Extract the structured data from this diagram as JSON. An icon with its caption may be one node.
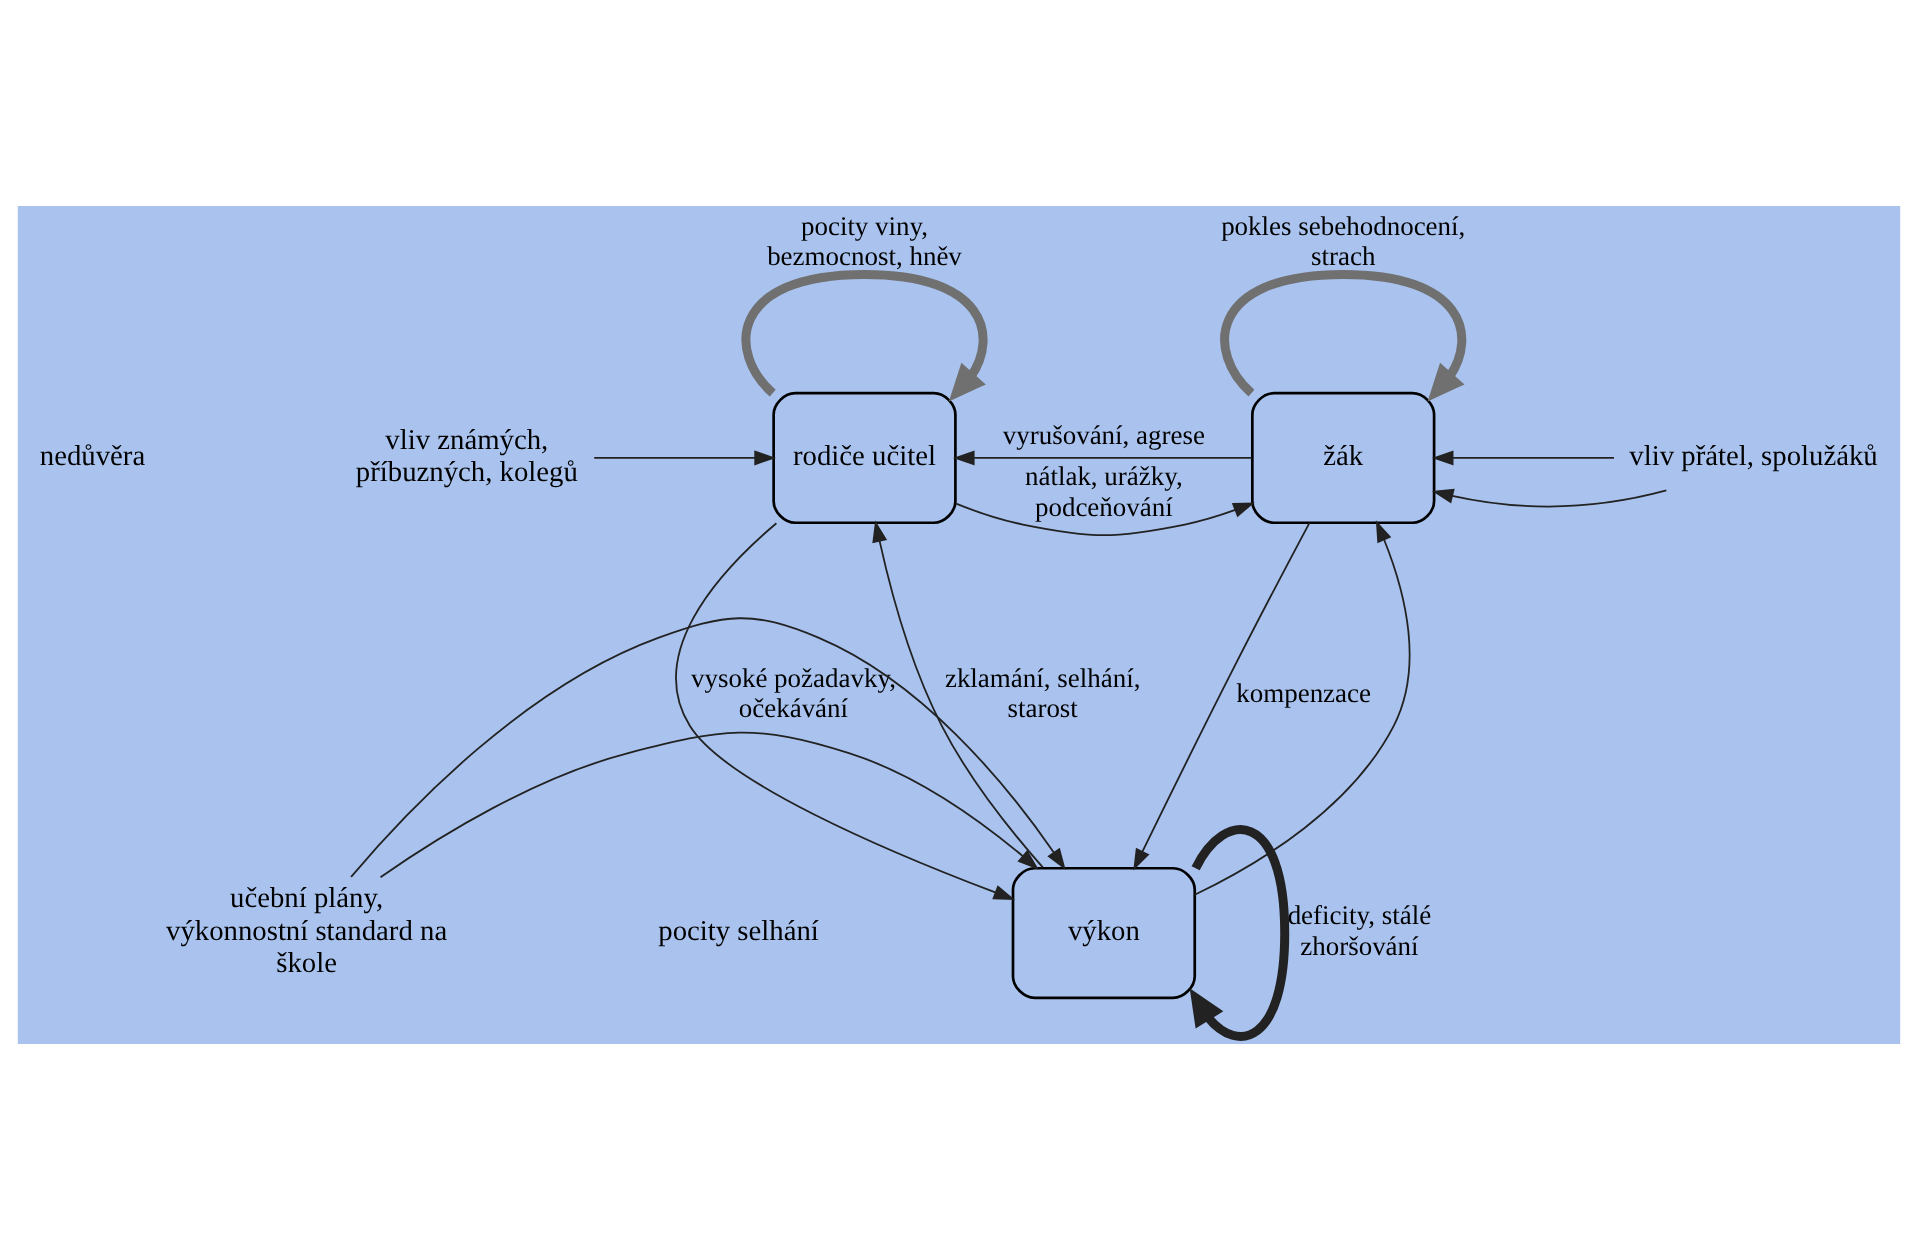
{
  "diagram": {
    "nodes": [
      {
        "text": [
          "rodiče učitel"
        ]
      },
      {
        "text": [
          "žák"
        ]
      },
      {
        "text": [
          "výkon"
        ]
      },
      {
        "text": [
          "vliv známých, příbuzných, kolegů"
        ]
      },
      {
        "text": [
          "vliv přátel, spolužáků"
        ]
      },
      {
        "text": [
          "učební plány, výkonnostní standard na škole"
        ]
      }
    ],
    "edges": [
      {
        "from": 0,
        "to": 0,
        "arrow": "to",
        "label": "pocity viny, bezmocnost, hněv",
        "style": "thick",
        "color": "#707070"
      },
      {
        "from": 1,
        "to": 1,
        "arrow": "to",
        "label": "pokles sebehodnocení, strach",
        "style": "thick",
        "color": "#707070"
      },
      {
        "from": 0,
        "to": 1,
        "arrow": "to",
        "label": "nátlak, urážky, podceňování"
      },
      {
        "from": 1,
        "to": 0,
        "arrow": "to",
        "label": "vyrušování, agrese"
      },
      {
        "from": 3,
        "to": 0,
        "arrow": "to"
      },
      {
        "from": 4,
        "to": 1,
        "arrow": "to"
      },
      {
        "from": 4,
        "to": 1,
        "arrow": "to"
      },
      {
        "from": 2,
        "to": 0,
        "arrow": "to",
        "label": "zklamání, selhání, starost"
      },
      {
        "from": 0,
        "to": 2,
        "arrow": "to",
        "label": "vysoké požadavky, očekávání"
      },
      {
        "from": 2,
        "to": 1,
        "arrow": "to"
      },
      {
        "from": 1,
        "to": 2,
        "arrow": "to",
        "label": "kompenzace"
      },
      {
        "from": 2,
        "to": 2,
        "arrow": "to",
        "label": "deficity, stálé zhoršování",
        "style": "thick"
      },
      {
        "from": 5,
        "to": 2,
        "arrow": "to"
      },
      {
        "from": 5,
        "to": 2,
        "arrow": "to"
      }
    ],
    "labels": [
      "nedůvěra",
      "pocity selhání"
    ]
  }
}
